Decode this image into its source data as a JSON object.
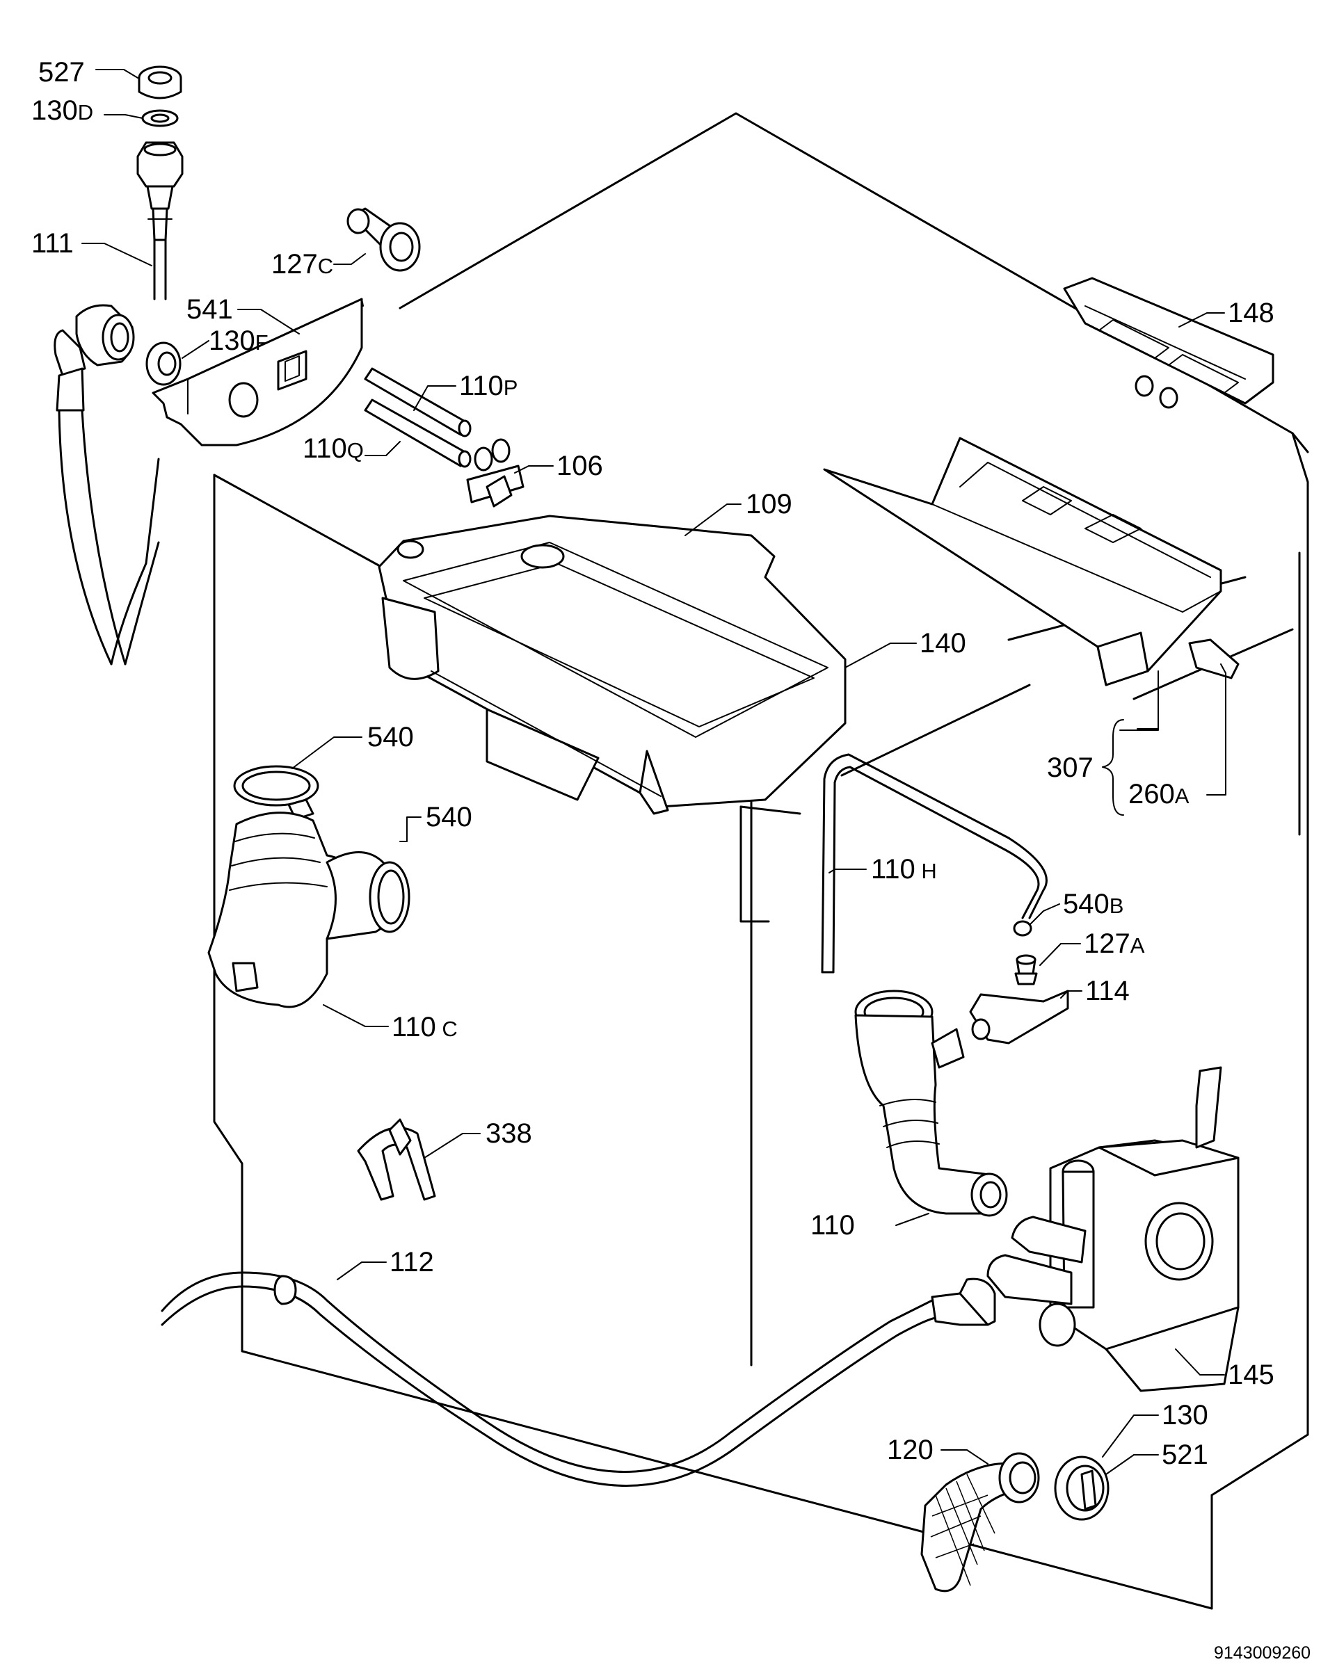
{
  "labels": {
    "l527": {
      "num": "527",
      "sfx": ""
    },
    "l130d": {
      "num": "130",
      "sfx": "D"
    },
    "l111": {
      "num": "111",
      "sfx": ""
    },
    "l127c": {
      "num": "127",
      "sfx": "C"
    },
    "l541": {
      "num": "541",
      "sfx": ""
    },
    "l130f": {
      "num": "130",
      "sfx": "F"
    },
    "l110p": {
      "num": "110",
      "sfx": "P"
    },
    "l110q": {
      "num": "110",
      "sfx": "Q"
    },
    "l106": {
      "num": "106",
      "sfx": ""
    },
    "l109": {
      "num": "109",
      "sfx": ""
    },
    "l148": {
      "num": "148",
      "sfx": ""
    },
    "l140": {
      "num": "140",
      "sfx": ""
    },
    "l540a": {
      "num": "540",
      "sfx": ""
    },
    "l540b": {
      "num": "540",
      "sfx": ""
    },
    "l307": {
      "num": "307",
      "sfx": ""
    },
    "l260a": {
      "num": "260",
      "sfx": "A"
    },
    "l110h": {
      "num": "110",
      "sfx": " H"
    },
    "l540bb": {
      "num": "540",
      "sfx": "B"
    },
    "l127a": {
      "num": "127",
      "sfx": "A"
    },
    "l114": {
      "num": "114",
      "sfx": ""
    },
    "l110c": {
      "num": "110",
      "sfx": " C"
    },
    "l338": {
      "num": "338",
      "sfx": ""
    },
    "l110": {
      "num": "110",
      "sfx": ""
    },
    "l112": {
      "num": "112",
      "sfx": ""
    },
    "l145": {
      "num": "145",
      "sfx": ""
    },
    "l130": {
      "num": "130",
      "sfx": ""
    },
    "l120": {
      "num": "120",
      "sfx": ""
    },
    "l521": {
      "num": "521",
      "sfx": ""
    }
  },
  "drawing_code": "9143009260"
}
